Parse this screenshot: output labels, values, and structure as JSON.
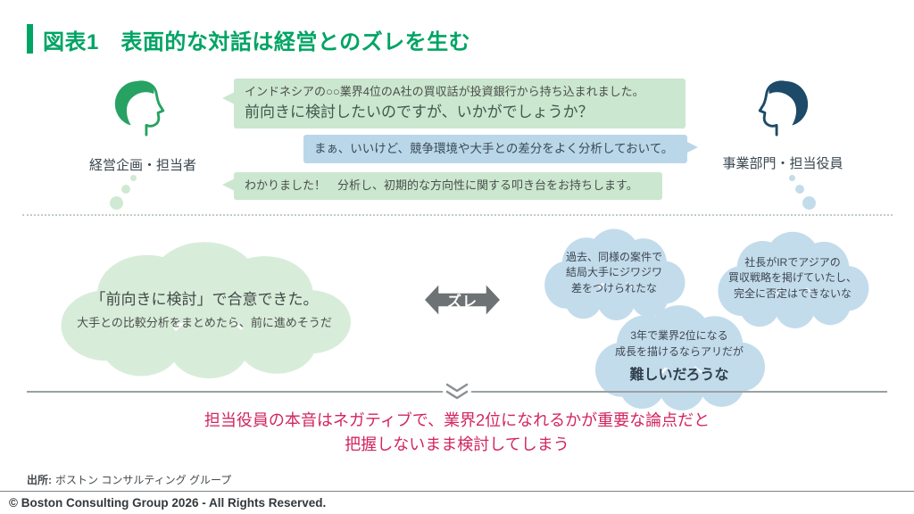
{
  "title": {
    "label": "図表1　表面的な対話は経営とのズレを生む"
  },
  "left_person": {
    "label": "経営企画・担当者"
  },
  "right_person": {
    "label": "事業部門・担当役員"
  },
  "dialogue": [
    {
      "speaker": "経営企画・担当者",
      "line_small": "インドネシアの○○業界4位のA社の買収話が投資銀行から持ち込まれました。",
      "line_large": "前向きに検討したいのですが、いかがでしょうか？"
    },
    {
      "speaker": "事業部門・担当役員",
      "text": "まぁ、いいけど、競争環境や大手との差分をよく分析しておいて。"
    },
    {
      "speaker": "経営企画・担当者",
      "text": "わかりました！　分析し、初期的な方向性に関する叩き台をお持ちします。"
    }
  ],
  "left_thought": {
    "line_large": "「前向きに検討」で合意できた。",
    "line_small": "大手との比較分析をまとめたら、前に進めそうだ"
  },
  "gap_label": "ズレ",
  "right_thoughts": [
    {
      "text": "過去、同様の案件で\n結局大手にジワジワ\n差をつけられたな"
    },
    {
      "text": "社長がIRでアジアの\n買収戦略を掲げていたし、\n完全に否定はできないな"
    },
    {
      "text_normal": "3年で業界2位になる\n成長を描けるならアリだが",
      "text_bold": "難しいだろうな"
    }
  ],
  "conclusion": {
    "line1": "担当役員の本音はネガティブで、業界2位になれるかが重要な論点だと",
    "line2": "把握しないまま検討してしまう"
  },
  "source": {
    "prefix": "出所:",
    "text": "ボストン コンサルティング グループ"
  },
  "footer": "© Boston Consulting Group 2026 - All Rights Reserved.",
  "colors": {
    "title_green": "#00a464",
    "bubble_green": "#cbe7cf",
    "bubble_blue": "#b9d7e9",
    "cloud_green": "#d8ecda",
    "cloud_blue": "#c3dcec",
    "face_green": "#27a263",
    "face_navy": "#1d4a68",
    "arrow_gray": "#6d7275",
    "alert_red": "#d2265e"
  }
}
